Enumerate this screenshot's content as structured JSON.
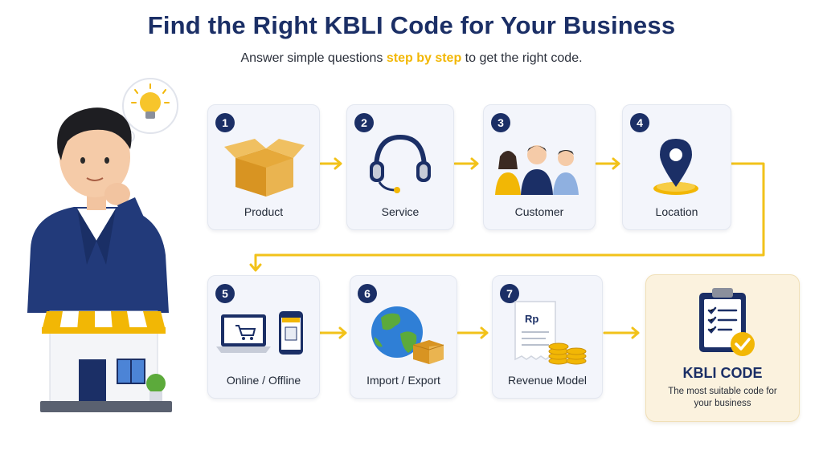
{
  "header": {
    "title": "Find the Right KBLI Code for Your Business",
    "subtitle_before": "Answer simple questions ",
    "subtitle_highlight": "step by step",
    "subtitle_after": " to get the right code."
  },
  "steps": [
    {
      "number": "1",
      "label": "Product",
      "icon": "box-icon"
    },
    {
      "number": "2",
      "label": "Service",
      "icon": "headset-icon"
    },
    {
      "number": "3",
      "label": "Customer",
      "icon": "people-icon"
    },
    {
      "number": "4",
      "label": "Location",
      "icon": "map-pin-icon"
    },
    {
      "number": "5",
      "label": "Online / Offline",
      "icon": "laptop-phone-icon"
    },
    {
      "number": "6",
      "label": "Import / Export",
      "icon": "globe-icon"
    },
    {
      "number": "7",
      "label": "Revenue Model",
      "icon": "receipt-coins-icon",
      "icon_text": "Rp"
    }
  ],
  "result": {
    "title": "KBLI CODE",
    "description": "The most suitable code for your business",
    "icon": "clipboard-check-icon"
  },
  "colors": {
    "navy": "#1b2f66",
    "accent": "#f2b705",
    "card_bg": "#f3f5fb",
    "result_bg": "#fbf2de"
  }
}
